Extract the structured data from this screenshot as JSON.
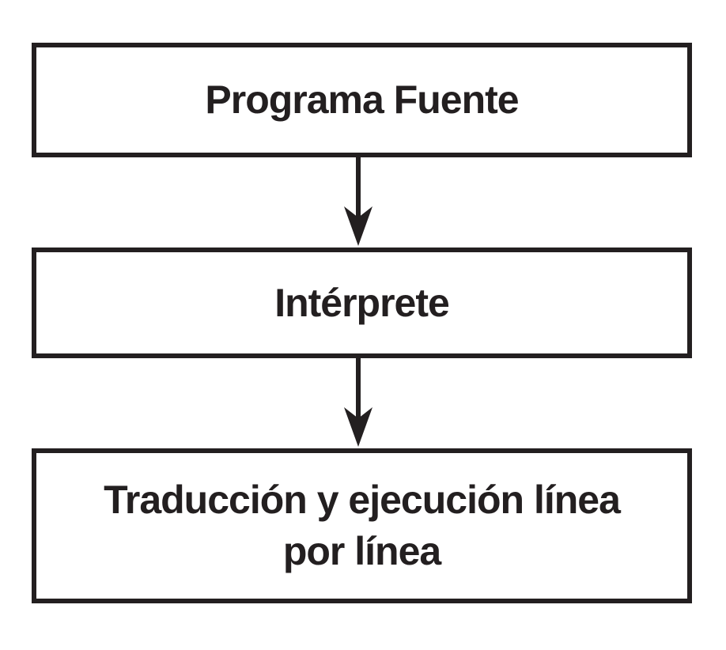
{
  "diagram": {
    "type": "flowchart",
    "direction": "top-down",
    "boxes": [
      {
        "id": "programa-fuente",
        "label": "Programa Fuente"
      },
      {
        "id": "interprete",
        "label": "Intérprete"
      },
      {
        "id": "traduccion-ejecucion",
        "label": "Traducción y ejecución línea por línea",
        "lines": [
          "Traducción y ejecución línea",
          "por línea"
        ]
      }
    ],
    "connectors": [
      {
        "from": "programa-fuente",
        "to": "interprete",
        "style": "arrow-down"
      },
      {
        "from": "interprete",
        "to": "traduccion-ejecucion",
        "style": "arrow-down"
      }
    ],
    "colors": {
      "stroke": "#231f20",
      "background": "#ffffff"
    }
  }
}
